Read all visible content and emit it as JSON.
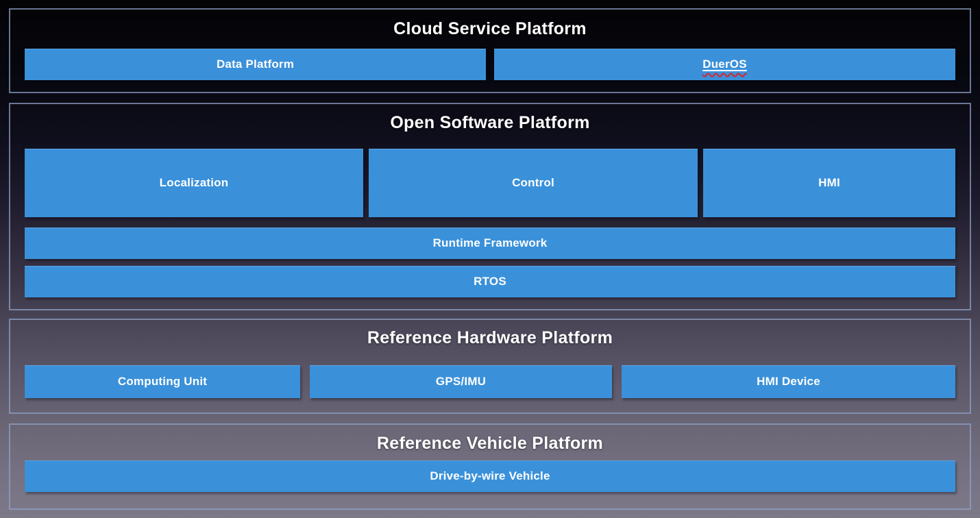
{
  "colors": {
    "box_blue": "#3a91da",
    "section_border": "rgba(144,162,200,0.72)",
    "text_white": "#ffffff",
    "spell_red": "#d9262b",
    "background_top": "#030306",
    "background_bottom": "#7d7989"
  },
  "cloud": {
    "title": "Cloud Service Platform",
    "data_platform": "Data Platform",
    "dueros": "DuerOS"
  },
  "software": {
    "title": "Open Software Platform",
    "localization": "Localization",
    "control": "Control",
    "hmi": "HMI",
    "runtime_framework": "Runtime Framework",
    "rtos": "RTOS"
  },
  "hardware": {
    "title": "Reference Hardware Platform",
    "computing_unit": "Computing Unit",
    "gps_imu": "GPS/IMU",
    "hmi_device": "HMI Device"
  },
  "vehicle": {
    "title": "Reference Vehicle Platform",
    "drive_by_wire": "Drive-by-wire Vehicle"
  }
}
